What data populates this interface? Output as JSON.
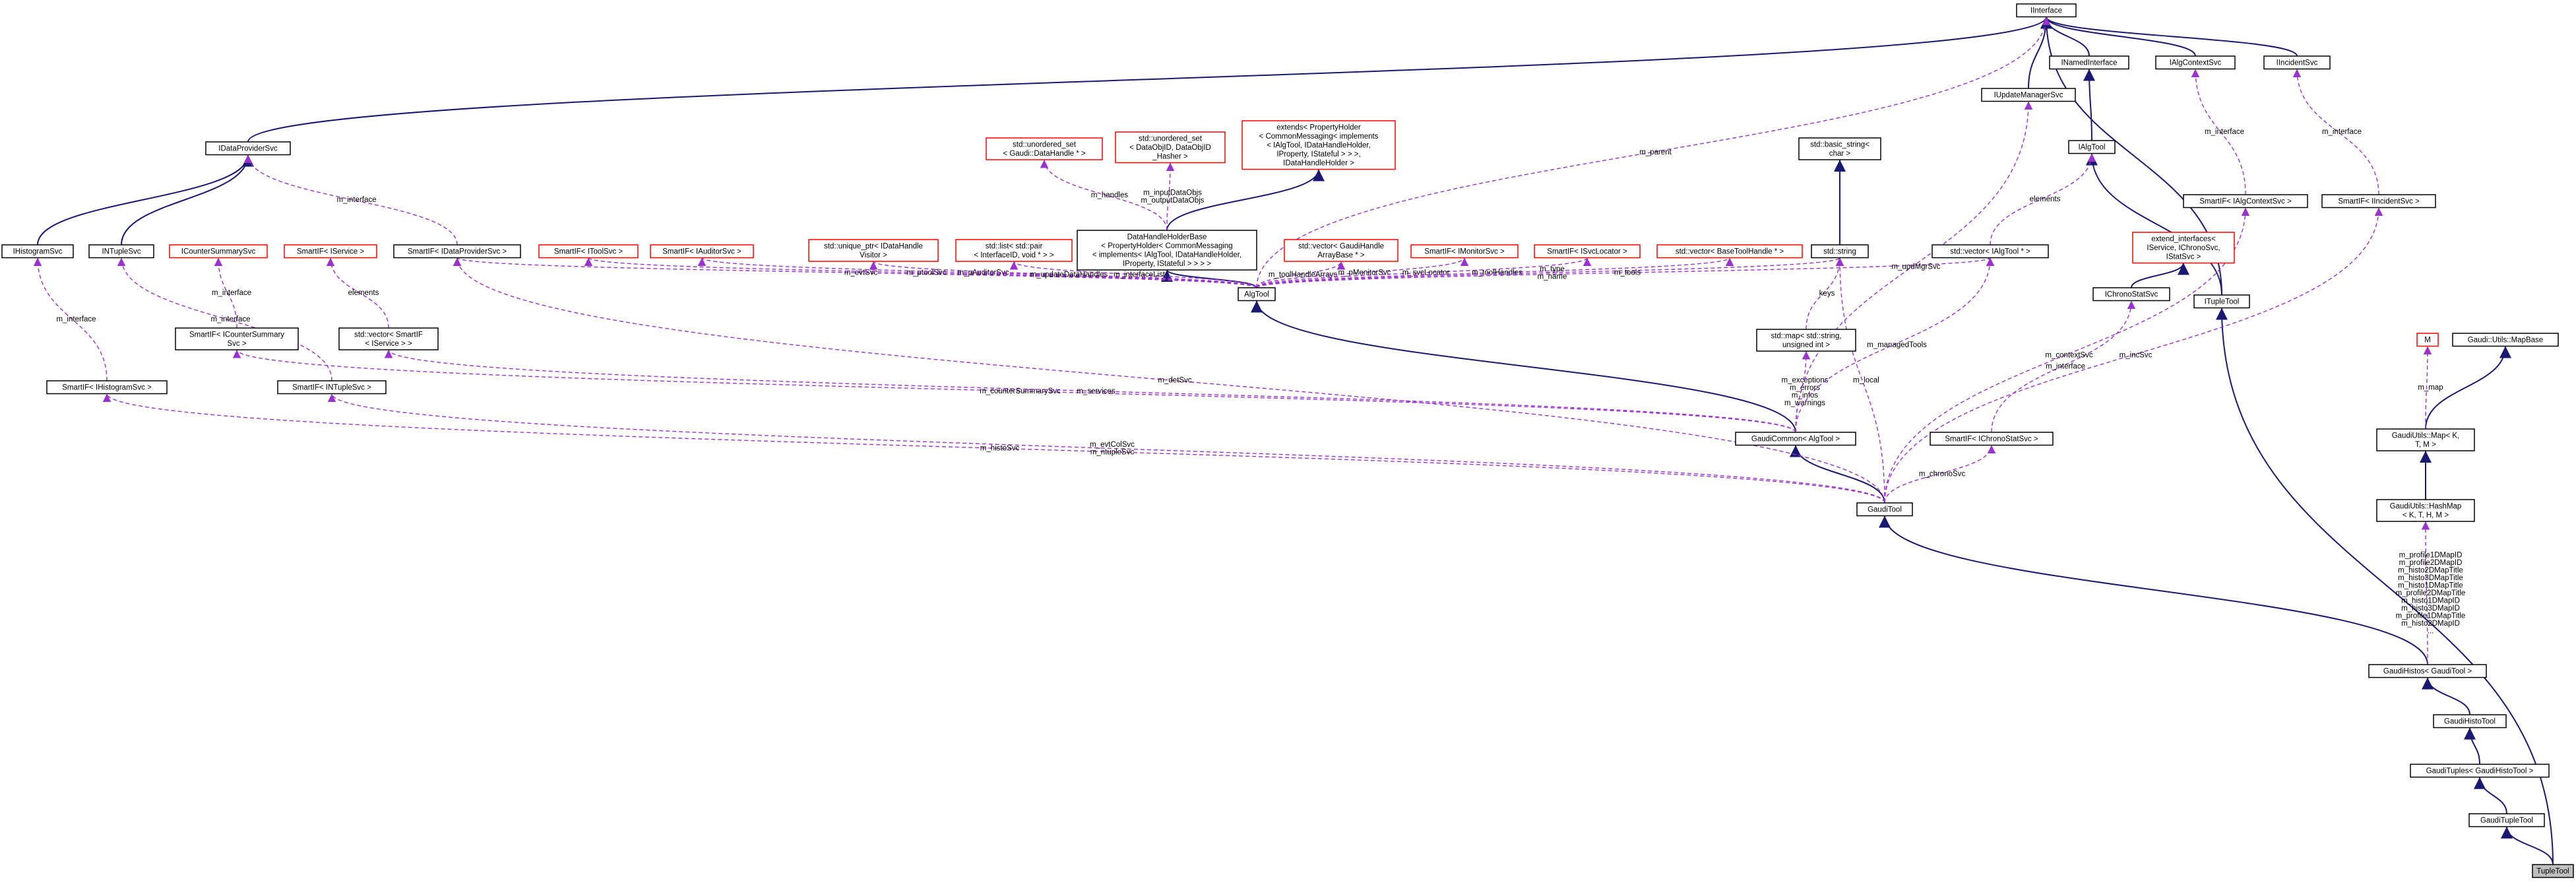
{
  "diagram_title": "",
  "nodes": [
    {
      "id": "IInterface",
      "lines": [
        "IInterface"
      ],
      "kind": "class"
    },
    {
      "id": "INamedInterface",
      "lines": [
        "INamedInterface"
      ],
      "kind": "class"
    },
    {
      "id": "IAlgContextSvc",
      "lines": [
        "IAlgContextSvc"
      ],
      "kind": "class"
    },
    {
      "id": "IIncidentSvc",
      "lines": [
        "IIncidentSvc"
      ],
      "kind": "class"
    },
    {
      "id": "IUpdateManagerSvc",
      "lines": [
        "IUpdateManagerSvc"
      ],
      "kind": "class"
    },
    {
      "id": "IDataProviderSvc",
      "lines": [
        "IDataProviderSvc"
      ],
      "kind": "class"
    },
    {
      "id": "IHistogramSvc",
      "lines": [
        "IHistogramSvc"
      ],
      "kind": "class"
    },
    {
      "id": "INTupleSvc",
      "lines": [
        "INTupleSvc"
      ],
      "kind": "class"
    },
    {
      "id": "ICounterSummarySvc",
      "lines": [
        "ICounterSummarySvc"
      ],
      "kind": "template"
    },
    {
      "id": "SmartIF_IService",
      "lines": [
        "SmartIF< IService >"
      ],
      "kind": "template"
    },
    {
      "id": "SmartIF_IDataProviderSvc",
      "lines": [
        "SmartIF< IDataProviderSvc >"
      ],
      "kind": "class"
    },
    {
      "id": "SmartIF_IToolSvc",
      "lines": [
        "SmartIF< IToolSvc >"
      ],
      "kind": "template"
    },
    {
      "id": "SmartIF_IAuditorSvc",
      "lines": [
        "SmartIF< IAuditorSvc >"
      ],
      "kind": "template"
    },
    {
      "id": "SmartIF_ICounterSummarySvc",
      "lines": [
        "SmartIF< ICounterSummary",
        "Svc >"
      ],
      "kind": "class"
    },
    {
      "id": "vector_SmartIF_IService",
      "lines": [
        "std::vector< SmartIF",
        "< IService > >"
      ],
      "kind": "class"
    },
    {
      "id": "SmartIF_IHistogramSvc",
      "lines": [
        "SmartIF< IHistogramSvc >"
      ],
      "kind": "class"
    },
    {
      "id": "SmartIF_INTupleSvc",
      "lines": [
        "SmartIF< INTupleSvc >"
      ],
      "kind": "class"
    },
    {
      "id": "unordered_set_DataHandle",
      "lines": [
        "std::unordered_set",
        "< Gaudi::DataHandle * >"
      ],
      "kind": "template"
    },
    {
      "id": "unordered_set_DataObjID",
      "lines": [
        "std::unordered_set",
        "< DataObjID, DataObjID",
        "_Hasher >"
      ],
      "kind": "template"
    },
    {
      "id": "extends_PropertyHolder",
      "lines": [
        "extends< PropertyHolder",
        "< CommonMessaging< implements",
        "< IAlgTool, IDataHandleHolder,",
        "IProperty, IStateful > > >,",
        "IDataHandleHolder >"
      ],
      "kind": "template"
    },
    {
      "id": "unique_ptr_IDataHandleVisitor",
      "lines": [
        "std::unique_ptr< IDataHandle",
        "Visitor >"
      ],
      "kind": "template"
    },
    {
      "id": "list_pair",
      "lines": [
        "std::list< std::pair",
        "< InterfaceID, void * > >"
      ],
      "kind": "template"
    },
    {
      "id": "DataHandleHolderBase",
      "lines": [
        "DataHandleHolderBase",
        "< PropertyHolder< CommonMessaging",
        "< implements< IAlgTool, IDataHandleHolder,",
        "IProperty, IStateful > > > >"
      ],
      "kind": "class"
    },
    {
      "id": "vector_GaudiHandleArrayBase",
      "lines": [
        "std::vector< GaudiHandle",
        "ArrayBase * >"
      ],
      "kind": "template"
    },
    {
      "id": "SmartIF_IMonitorSvc",
      "lines": [
        "SmartIF< IMonitorSvc >"
      ],
      "kind": "template"
    },
    {
      "id": "SmartIF_ISvcLocator",
      "lines": [
        "SmartIF< ISvcLocator >"
      ],
      "kind": "template"
    },
    {
      "id": "vector_BaseToolHandle",
      "lines": [
        "std::vector< BaseToolHandle * >"
      ],
      "kind": "template"
    },
    {
      "id": "basic_string",
      "lines": [
        "std::basic_string<",
        "char >"
      ],
      "kind": "class"
    },
    {
      "id": "std_string",
      "lines": [
        "std::string"
      ],
      "kind": "class"
    },
    {
      "id": "vector_IAlgTool",
      "lines": [
        "std::vector< IAlgTool * >"
      ],
      "kind": "class"
    },
    {
      "id": "IAlgTool",
      "lines": [
        "IAlgTool"
      ],
      "kind": "class"
    },
    {
      "id": "extend_interfaces",
      "lines": [
        "extend_interfaces<",
        "IService, IChronoSvc,",
        "IStatSvc >"
      ],
      "kind": "template"
    },
    {
      "id": "SmartIF_IAlgContextSvc",
      "lines": [
        "SmartIF< IAlgContextSvc >"
      ],
      "kind": "class"
    },
    {
      "id": "SmartIF_IIncidentSvc",
      "lines": [
        "SmartIF< IIncidentSvc >"
      ],
      "kind": "class"
    },
    {
      "id": "ITupleTool",
      "lines": [
        "ITupleTool"
      ],
      "kind": "class"
    },
    {
      "id": "AlgTool",
      "lines": [
        "AlgTool"
      ],
      "kind": "class"
    },
    {
      "id": "map_string_uint",
      "lines": [
        "std::map< std::string,",
        "unsigned int >"
      ],
      "kind": "class"
    },
    {
      "id": "IChronoStatSvc",
      "lines": [
        "IChronoStatSvc"
      ],
      "kind": "class"
    },
    {
      "id": "M",
      "lines": [
        "M"
      ],
      "kind": "template"
    },
    {
      "id": "GaudiUtils_MapBase",
      "lines": [
        "Gaudi::Utils::MapBase"
      ],
      "kind": "class"
    },
    {
      "id": "GaudiCommon_AlgTool",
      "lines": [
        "GaudiCommon< AlgTool >"
      ],
      "kind": "class"
    },
    {
      "id": "SmartIF_IChronoStatSvc",
      "lines": [
        "SmartIF< IChronoStatSvc >"
      ],
      "kind": "class"
    },
    {
      "id": "GaudiUtils_Map",
      "lines": [
        "GaudiUtils::Map< K,",
        "T, M >"
      ],
      "kind": "class"
    },
    {
      "id": "GaudiTool",
      "lines": [
        "GaudiTool"
      ],
      "kind": "class"
    },
    {
      "id": "GaudiUtils_HashMap",
      "lines": [
        "GaudiUtils::HashMap",
        "< K, T, H, M >"
      ],
      "kind": "class"
    },
    {
      "id": "GaudiHistos_GaudiTool",
      "lines": [
        "GaudiHistos< GaudiTool >"
      ],
      "kind": "class"
    },
    {
      "id": "GaudiHistoTool",
      "lines": [
        "GaudiHistoTool"
      ],
      "kind": "class"
    },
    {
      "id": "GaudiTuples_GaudiHistoTool",
      "lines": [
        "GaudiTuples< GaudiHistoTool >"
      ],
      "kind": "class"
    },
    {
      "id": "GaudiTupleTool",
      "lines": [
        "GaudiTupleTool"
      ],
      "kind": "class"
    },
    {
      "id": "TupleTool",
      "lines": [
        "TupleTool"
      ],
      "kind": "focus"
    }
  ],
  "edges": [
    {
      "from": "INamedInterface",
      "to": "IInterface",
      "type": "inherit",
      "labels": []
    },
    {
      "from": "IAlgContextSvc",
      "to": "IInterface",
      "type": "inherit",
      "labels": []
    },
    {
      "from": "IIncidentSvc",
      "to": "IInterface",
      "type": "inherit",
      "labels": []
    },
    {
      "from": "IUpdateManagerSvc",
      "to": "IInterface",
      "type": "inherit",
      "labels": []
    },
    {
      "from": "IDataProviderSvc",
      "to": "IInterface",
      "type": "inherit",
      "labels": []
    },
    {
      "from": "ITupleTool",
      "to": "IInterface",
      "type": "inherit",
      "labels": []
    },
    {
      "from": "IHistogramSvc",
      "to": "IDataProviderSvc",
      "type": "inherit",
      "labels": []
    },
    {
      "from": "INTupleSvc",
      "to": "IDataProviderSvc",
      "type": "inherit",
      "labels": []
    },
    {
      "from": "IAlgTool",
      "to": "INamedInterface",
      "type": "inherit",
      "labels": []
    },
    {
      "from": "ITupleTool",
      "to": "IAlgTool",
      "type": "inherit",
      "labels": []
    },
    {
      "from": "DataHandleHolderBase",
      "to": "extends_PropertyHolder",
      "type": "inherit",
      "labels": []
    },
    {
      "from": "AlgTool",
      "to": "DataHandleHolderBase",
      "type": "inherit",
      "labels": []
    },
    {
      "from": "std_string",
      "to": "basic_string",
      "type": "inherit",
      "labels": []
    },
    {
      "from": "IChronoStatSvc",
      "to": "extend_interfaces",
      "type": "inherit",
      "labels": []
    },
    {
      "from": "GaudiCommon_AlgTool",
      "to": "AlgTool",
      "type": "inherit",
      "labels": []
    },
    {
      "from": "GaudiTool",
      "to": "GaudiCommon_AlgTool",
      "type": "inherit",
      "labels": []
    },
    {
      "from": "GaudiUtils_Map",
      "to": "GaudiUtils_MapBase",
      "type": "inherit",
      "labels": []
    },
    {
      "from": "GaudiUtils_HashMap",
      "to": "GaudiUtils_Map",
      "type": "inherit",
      "labels": []
    },
    {
      "from": "GaudiHistos_GaudiTool",
      "to": "GaudiTool",
      "type": "inherit",
      "labels": []
    },
    {
      "from": "GaudiHistoTool",
      "to": "GaudiHistos_GaudiTool",
      "type": "inherit",
      "labels": []
    },
    {
      "from": "GaudiTuples_GaudiHistoTool",
      "to": "GaudiHistoTool",
      "type": "inherit",
      "labels": []
    },
    {
      "from": "GaudiTupleTool",
      "to": "GaudiTuples_GaudiHistoTool",
      "type": "inherit",
      "labels": []
    },
    {
      "from": "TupleTool",
      "to": "GaudiTupleTool",
      "type": "inherit",
      "labels": []
    },
    {
      "from": "TupleTool",
      "to": "ITupleTool",
      "type": "inherit",
      "labels": []
    },
    {
      "from": "AlgTool",
      "to": "IInterface",
      "type": "use",
      "labels": [
        "m_parent"
      ]
    },
    {
      "from": "SmartIF_IDataProviderSvc",
      "to": "IDataProviderSvc",
      "type": "use",
      "labels": [
        "m_interface"
      ]
    },
    {
      "from": "SmartIF_IHistogramSvc",
      "to": "IHistogramSvc",
      "type": "use",
      "labels": [
        "m_interface"
      ]
    },
    {
      "from": "SmartIF_INTupleSvc",
      "to": "INTupleSvc",
      "type": "use",
      "labels": [
        "m_interface"
      ]
    },
    {
      "from": "SmartIF_ICounterSummarySvc",
      "to": "ICounterSummarySvc",
      "type": "use",
      "labels": [
        "m_interface"
      ]
    },
    {
      "from": "vector_SmartIF_IService",
      "to": "SmartIF_IService",
      "type": "use",
      "labels": [
        "elements"
      ]
    },
    {
      "from": "DataHandleHolderBase",
      "to": "unordered_set_DataHandle",
      "type": "use",
      "labels": [
        "m_handles"
      ]
    },
    {
      "from": "DataHandleHolderBase",
      "to": "unordered_set_DataObjID",
      "type": "use",
      "labels": [
        "m_inputDataObjs",
        "m_outputDataObjs"
      ]
    },
    {
      "from": "AlgTool",
      "to": "SmartIF_IDataProviderSvc",
      "type": "use",
      "labels": [
        "m_evtSvc"
      ]
    },
    {
      "from": "AlgTool",
      "to": "SmartIF_IToolSvc",
      "type": "use",
      "labels": [
        "m_ptoolSvc"
      ]
    },
    {
      "from": "AlgTool",
      "to": "SmartIF_IAuditorSvc",
      "type": "use",
      "labels": [
        "m_pAuditorSvc"
      ]
    },
    {
      "from": "AlgTool",
      "to": "unique_ptr_IDataHandleVisitor",
      "type": "use",
      "labels": [
        "m_updateDataHandles"
      ]
    },
    {
      "from": "AlgTool",
      "to": "list_pair",
      "type": "use",
      "labels": [
        "m_interfaceList"
      ]
    },
    {
      "from": "AlgTool",
      "to": "vector_GaudiHandleArrayBase",
      "type": "use",
      "labels": [
        "m_toolHandleArrays"
      ]
    },
    {
      "from": "AlgTool",
      "to": "SmartIF_IMonitorSvc",
      "type": "use",
      "labels": [
        "m_pMonitorSvc"
      ]
    },
    {
      "from": "AlgTool",
      "to": "SmartIF_ISvcLocator",
      "type": "use",
      "labels": [
        "m_svcLocator"
      ]
    },
    {
      "from": "AlgTool",
      "to": "vector_BaseToolHandle",
      "type": "use",
      "labels": [
        "m_toolHandles"
      ]
    },
    {
      "from": "AlgTool",
      "to": "std_string",
      "type": "use",
      "labels": [
        "m_type",
        "m_name"
      ]
    },
    {
      "from": "AlgTool",
      "to": "vector_IAlgTool",
      "type": "use",
      "labels": [
        "m_tools"
      ]
    },
    {
      "from": "map_string_uint",
      "to": "std_string",
      "type": "use",
      "labels": [
        "keys"
      ]
    },
    {
      "from": "vector_IAlgTool",
      "to": "IAlgTool",
      "type": "use",
      "labels": [
        "elements"
      ]
    },
    {
      "from": "SmartIF_IAlgContextSvc",
      "to": "IAlgContextSvc",
      "type": "use",
      "labels": [
        "m_interface"
      ]
    },
    {
      "from": "SmartIF_IIncidentSvc",
      "to": "IIncidentSvc",
      "type": "use",
      "labels": [
        "m_interface"
      ]
    },
    {
      "from": "SmartIF_IChronoStatSvc",
      "to": "IChronoStatSvc",
      "type": "use",
      "labels": [
        "m_interface"
      ]
    },
    {
      "from": "GaudiUtils_Map",
      "to": "M",
      "type": "use",
      "labels": [
        "m_map"
      ]
    },
    {
      "from": "GaudiCommon_AlgTool",
      "to": "SmartIF_ICounterSummarySvc",
      "type": "use",
      "labels": [
        "m_counterSummarySvc"
      ]
    },
    {
      "from": "GaudiCommon_AlgTool",
      "to": "vector_SmartIF_IService",
      "type": "use",
      "labels": [
        "m_services"
      ]
    },
    {
      "from": "GaudiCommon_AlgTool",
      "to": "map_string_uint",
      "type": "use",
      "labels": [
        "m_exceptions",
        "m_errors",
        "m_infos",
        "m_warnings"
      ]
    },
    {
      "from": "GaudiCommon_AlgTool",
      "to": "vector_IAlgTool",
      "type": "use",
      "labels": [
        "m_managedTools"
      ]
    },
    {
      "from": "GaudiCommon_AlgTool",
      "to": "IUpdateManagerSvc",
      "type": "use",
      "labels": [
        "m_updMgrSvc"
      ]
    },
    {
      "from": "GaudiTool",
      "to": "SmartIF_IHistogramSvc",
      "type": "use",
      "labels": [
        "m_histoSvc"
      ]
    },
    {
      "from": "GaudiTool",
      "to": "SmartIF_INTupleSvc",
      "type": "use",
      "labels": [
        "m_evtColSvc",
        "m_ntupleSvc"
      ]
    },
    {
      "from": "GaudiTool",
      "to": "SmartIF_IDataProviderSvc",
      "type": "use",
      "labels": [
        "m_detSvc"
      ]
    },
    {
      "from": "GaudiTool",
      "to": "std_string",
      "type": "use",
      "labels": [
        "m_local"
      ]
    },
    {
      "from": "GaudiTool",
      "to": "SmartIF_IChronoStatSvc",
      "type": "use",
      "labels": [
        "m_chronoSvc"
      ]
    },
    {
      "from": "GaudiTool",
      "to": "SmartIF_IAlgContextSvc",
      "type": "use",
      "labels": [
        "m_contextSvc"
      ]
    },
    {
      "from": "GaudiTool",
      "to": "SmartIF_IIncidentSvc",
      "type": "use",
      "labels": [
        "m_incSvc"
      ]
    },
    {
      "from": "GaudiHistos_GaudiTool",
      "to": "GaudiUtils_HashMap",
      "type": "use",
      "labels": [
        "m_profile1DMapID",
        "m_profile2DMapID",
        "m_histo2DMapTitle",
        "m_histo3DMapTitle",
        "m_histo1DMapTitle",
        "m_profile2DMapTitle",
        "m_histo1DMapID",
        "m_histo3DMapID",
        "m_profile1DMapTitle",
        "m_histo2DMapID",
        "..."
      ]
    }
  ]
}
